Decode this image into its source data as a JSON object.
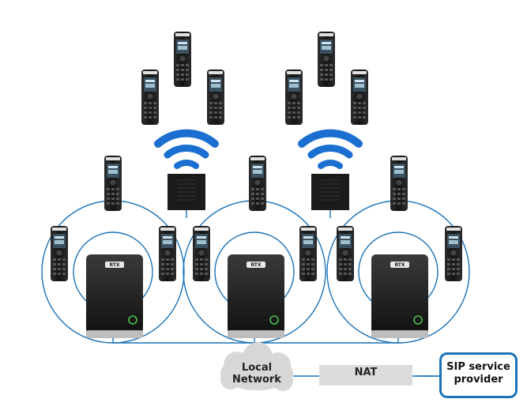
{
  "network": {
    "cloud_label_line1": "Local",
    "cloud_label_line2": "Network",
    "nat_label": "NAT",
    "sip_label_line1": "SIP service",
    "sip_label_line2": "provider",
    "brand_text": "RTX"
  },
  "colors": {
    "ring": "#1a73b8",
    "wifi": "#1a6fd0",
    "device": "#1b1b1b",
    "cloud": "#d7d7d7",
    "nat_bar": "#dcdcdc",
    "sip_border": "#1a73b8"
  },
  "icons": {
    "handset": "dect-handset-icon",
    "base_station": "dect-base-station-icon",
    "repeater": "dect-repeater-icon",
    "wifi": "wireless-signal-icon",
    "cloud": "cloud-icon"
  }
}
